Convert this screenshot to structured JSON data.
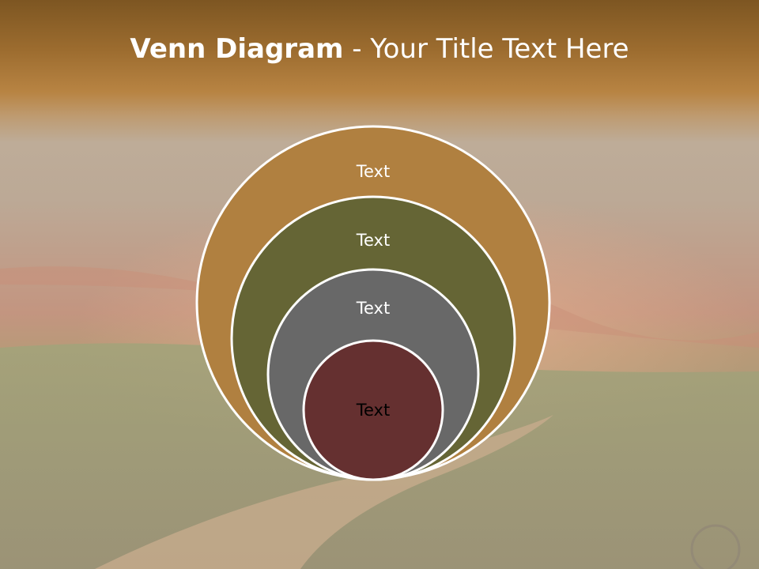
{
  "title": {
    "bold_part": "Venn Diagram",
    "rest_part": " - Your Title Text Here"
  },
  "circles": [
    {
      "label": "Text",
      "fill": "#b08040",
      "text_color": "#ffffff"
    },
    {
      "label": "Text",
      "fill": "#656535",
      "text_color": "#ffffff"
    },
    {
      "label": "Text",
      "fill": "#686868",
      "text_color": "#ffffff"
    },
    {
      "label": "Text",
      "fill": "#653030",
      "text_color": "#000000"
    }
  ],
  "colors": {
    "circle_stroke": "#ffffff",
    "title_bar": "#8e6228"
  }
}
